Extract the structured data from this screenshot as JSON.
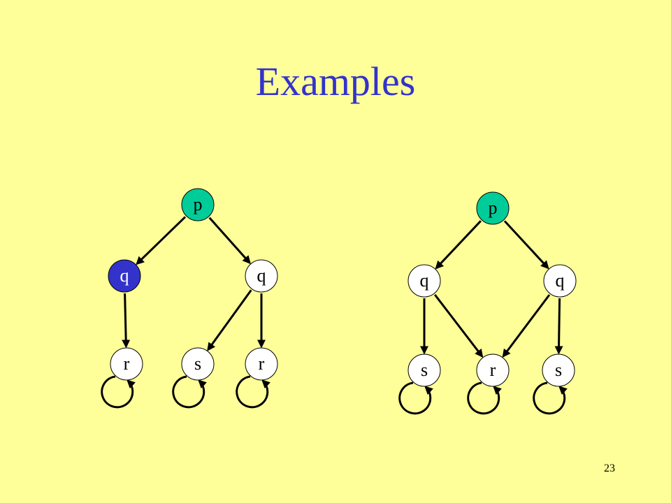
{
  "slide": {
    "title": "Examples",
    "page_number": "23"
  },
  "colors": {
    "background": "#FFFF99",
    "title": "#3333CC",
    "node_default": "#FFFFFF",
    "node_root": "#00CC99",
    "node_highlight": "#3333CC",
    "text_default": "#000000",
    "text_highlight": "#FFFFFF",
    "edge": "#000000"
  },
  "diagrams": [
    {
      "id": "left",
      "nodes": [
        {
          "id": "p",
          "label": "p",
          "fill": "root"
        },
        {
          "id": "q1",
          "label": "q",
          "fill": "highlight"
        },
        {
          "id": "q2",
          "label": "q",
          "fill": "default"
        },
        {
          "id": "r1",
          "label": "r",
          "fill": "default",
          "self_loop": true
        },
        {
          "id": "s1",
          "label": "s",
          "fill": "default",
          "self_loop": true
        },
        {
          "id": "r2",
          "label": "r",
          "fill": "default",
          "self_loop": true
        }
      ],
      "edges": [
        {
          "from": "p",
          "to": "q1"
        },
        {
          "from": "p",
          "to": "q2"
        },
        {
          "from": "q1",
          "to": "r1"
        },
        {
          "from": "q2",
          "to": "s1"
        },
        {
          "from": "q2",
          "to": "r2"
        }
      ]
    },
    {
      "id": "right",
      "nodes": [
        {
          "id": "p",
          "label": "p",
          "fill": "root"
        },
        {
          "id": "q1",
          "label": "q",
          "fill": "default"
        },
        {
          "id": "q2",
          "label": "q",
          "fill": "default"
        },
        {
          "id": "s1",
          "label": "s",
          "fill": "default",
          "self_loop": true
        },
        {
          "id": "r1",
          "label": "r",
          "fill": "default",
          "self_loop": true
        },
        {
          "id": "s2",
          "label": "s",
          "fill": "default",
          "self_loop": true
        }
      ],
      "edges": [
        {
          "from": "p",
          "to": "q1"
        },
        {
          "from": "p",
          "to": "q2"
        },
        {
          "from": "q1",
          "to": "s1"
        },
        {
          "from": "q1",
          "to": "r1"
        },
        {
          "from": "q2",
          "to": "r1"
        },
        {
          "from": "q2",
          "to": "s2"
        }
      ]
    }
  ]
}
